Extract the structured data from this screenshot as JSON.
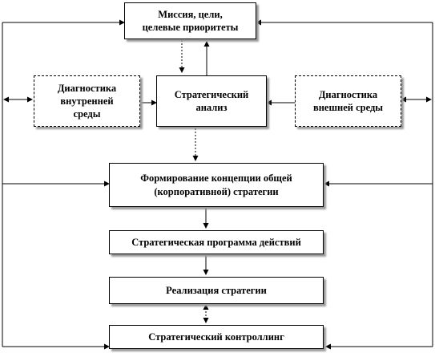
{
  "diagram": {
    "boxes": {
      "mission": "Миссия, цели,\nцелевые приоритеты",
      "internal_diagnostics": "Диагностика\nвнутренней\nсреды",
      "strategic_analysis": "Стратегический\nанализ",
      "external_diagnostics": "Диагностика\nвнешней среды",
      "concept": "Формирование концепции общей\n(корпоративной) стратегии",
      "program": "Стратегическая программа действий",
      "implementation": "Реализация стратегии",
      "controlling": "Стратегический контроллинг"
    },
    "colors": {
      "line": "#000000",
      "shadow": "#9a9a9a",
      "background": "#ffffff"
    }
  }
}
